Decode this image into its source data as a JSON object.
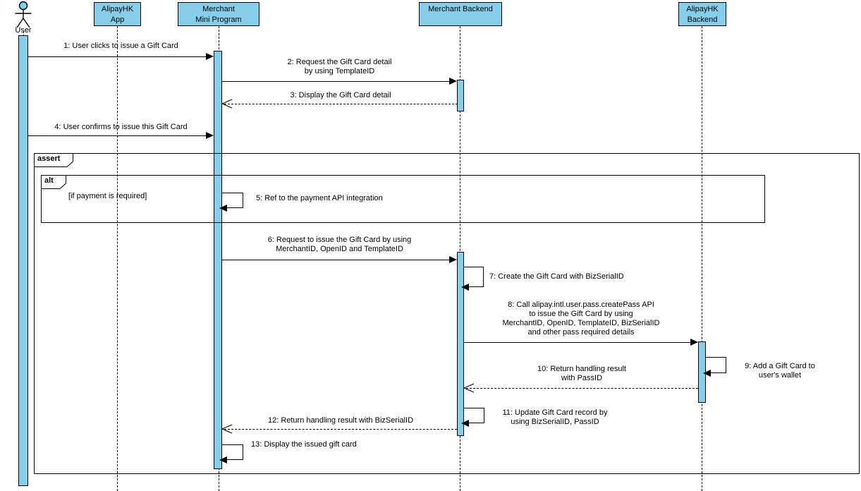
{
  "colors": {
    "participant_fill": "#87CEEB",
    "line": "#000000",
    "background": "#ffffff"
  },
  "actor": {
    "label": "User"
  },
  "participants": [
    {
      "id": "alipayhk-app",
      "label": "AlipayHK\nApp"
    },
    {
      "id": "merchant-mini-program",
      "label": "Merchant\nMini Program"
    },
    {
      "id": "merchant-backend",
      "label": "Merchant Backend"
    },
    {
      "id": "alipayhk-backend",
      "label": "AlipayHK\nBackend"
    }
  ],
  "frames": [
    {
      "type": "assert",
      "label": "assert"
    },
    {
      "type": "alt",
      "label": "alt",
      "guard": "[if payment is required]"
    }
  ],
  "messages": [
    {
      "from": "User",
      "to": "Merchant Mini Program",
      "kind": "sync",
      "text": "1: User clicks to issue a Gift Card"
    },
    {
      "from": "Merchant Mini Program",
      "to": "Merchant Backend",
      "kind": "sync",
      "text": "2: Request the Gift Card detail\nby using TemplateID"
    },
    {
      "from": "Merchant Backend",
      "to": "Merchant Mini Program",
      "kind": "return",
      "text": "3: Display the Gift Card detail"
    },
    {
      "from": "User",
      "to": "Merchant Mini Program",
      "kind": "sync",
      "text": "4: User confirms to issue this Gift Card"
    },
    {
      "from": "Merchant Mini Program",
      "to": "Merchant Mini Program",
      "kind": "self",
      "text": "5: Ref to the payment API integration"
    },
    {
      "from": "Merchant Mini Program",
      "to": "Merchant Backend",
      "kind": "sync",
      "text": "6: Request to issue the Gift Card by using\nMerchantID, OpenID and TemplateID"
    },
    {
      "from": "Merchant Backend",
      "to": "Merchant Backend",
      "kind": "self",
      "text": "7: Create the Gift Card with BizSerialID"
    },
    {
      "from": "Merchant Backend",
      "to": "AlipayHK Backend",
      "kind": "sync",
      "text": "8: Call alipay.intl.user.pass.createPass API\nto issue the Gift Card by using\nMerchantID, OpenID, TemplateID, BizSerialID\nand other pass required details"
    },
    {
      "from": "AlipayHK Backend",
      "to": "AlipayHK Backend",
      "kind": "self",
      "text": "9: Add a Gift Card to\nuser's wallet"
    },
    {
      "from": "AlipayHK Backend",
      "to": "Merchant Backend",
      "kind": "return",
      "text": "10: Return handling result\nwith PassID"
    },
    {
      "from": "Merchant Backend",
      "to": "Merchant Backend",
      "kind": "self",
      "text": "11: Update Gift Card record by\nusing BizSerialID, PassID"
    },
    {
      "from": "Merchant Backend",
      "to": "Merchant Mini Program",
      "kind": "return",
      "text": "12: Return handling result with BizSerialID"
    },
    {
      "from": "Merchant Mini Program",
      "to": "Merchant Mini Program",
      "kind": "self",
      "text": "13: Display the issued gift card"
    }
  ]
}
